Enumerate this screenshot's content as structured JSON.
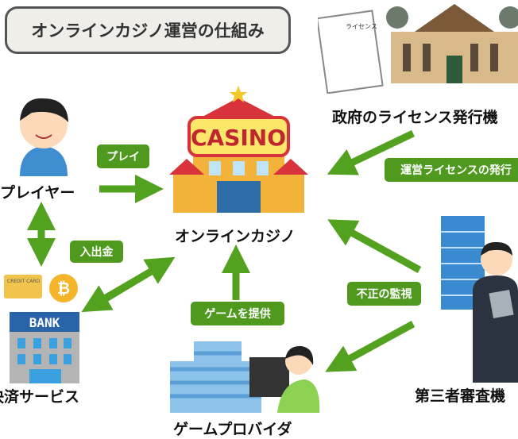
{
  "title": "オンラインカジノ運営の仕組み",
  "nodes": {
    "player": "プレイヤー",
    "casino": "オンラインカジノ",
    "government": "政府のライセンス発行機",
    "payment": "決済サービス",
    "auditor": "第三者審査機",
    "provider": "ゲームプロバイダ"
  },
  "badges": {
    "play": "プレイ",
    "license": "運営ライセンスの発行",
    "deposit": "入出金",
    "monitor": "不正の監視",
    "provide": "ゲームを提供"
  },
  "illustration_text": {
    "casino_sign": "CASINO",
    "bank_sign": "BANK",
    "card": "CREDIT CARD",
    "document": "ライセンス"
  },
  "colors": {
    "arrow": "#52a11f",
    "badge": "#4f9a1e"
  }
}
